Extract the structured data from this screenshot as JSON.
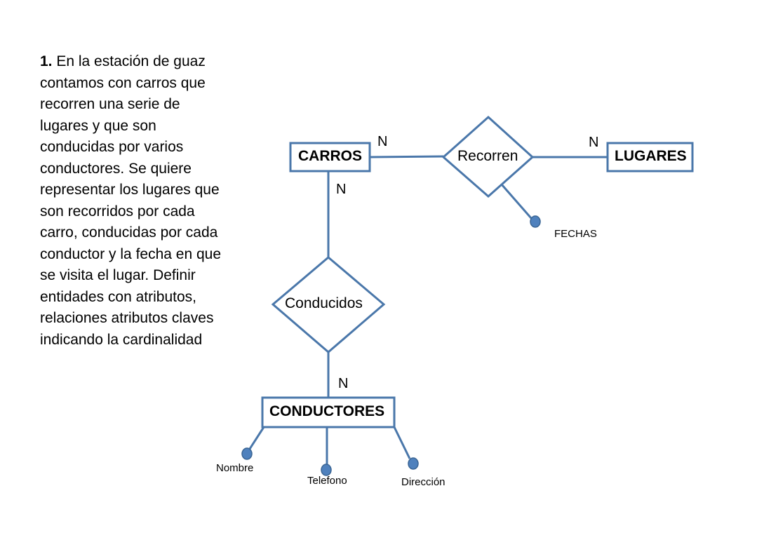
{
  "problem": {
    "number": "1.",
    "text": "En la estación de guaz contamos con carros que recorren una serie de lugares y que son conducidas por varios conductores. Se quiere representar los lugares que son recorridos por cada carro, conducidas por cada conductor y la fecha en que se visita el lugar. Definir entidades con atributos, relaciones atributos claves indicando la cardinalidad"
  },
  "diagram": {
    "entities": {
      "carros": "CARROS",
      "lugares": "LUGARES",
      "conductores": "CONDUCTORES"
    },
    "relationships": {
      "recorren": "Recorren",
      "conducidos": "Conducidos"
    },
    "cardinalities": {
      "carros_recorren": "N",
      "recorren_lugares": "N",
      "carros_conducidos": "N",
      "conducidos_conductores": "N"
    },
    "attributes": {
      "fechas": "FECHAS",
      "nombre": "Nombre",
      "telefono": "Telefono",
      "direccion": "Dirección"
    }
  },
  "colors": {
    "stroke": "#4a77aa",
    "attribute_fill": "#4f81bd"
  }
}
